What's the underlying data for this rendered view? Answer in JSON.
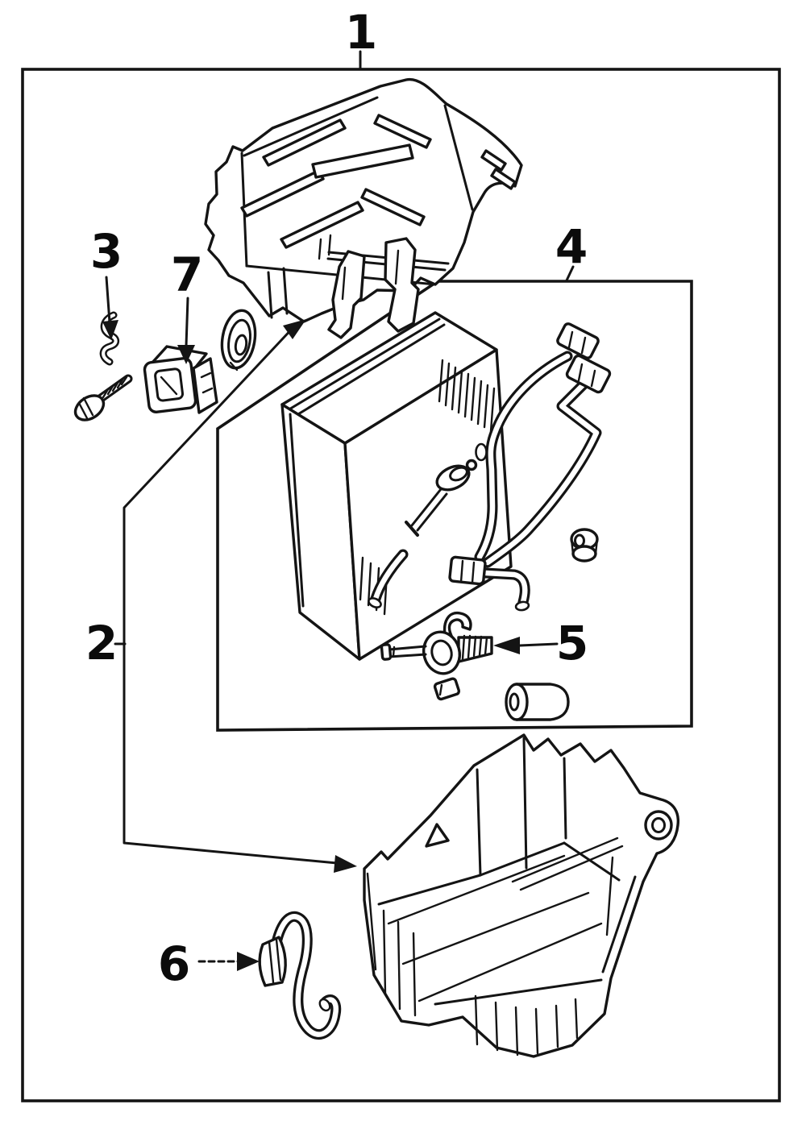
{
  "figure": {
    "kind": "exploded-parts-line-diagram",
    "subject": "air-conditioner evaporator unit",
    "background_color": "#ffffff",
    "line_color": "#141414"
  },
  "callouts": [
    {
      "number": "1",
      "target": "upper-case-assembly"
    },
    {
      "number": "2",
      "target": "case-halves"
    },
    {
      "number": "3",
      "target": "clip"
    },
    {
      "number": "4",
      "target": "evaporator-sub-assembly-frame"
    },
    {
      "number": "5",
      "target": "expansion-valve"
    },
    {
      "number": "6",
      "target": "drain-hose"
    },
    {
      "number": "7",
      "target": "resistor-connector"
    }
  ]
}
